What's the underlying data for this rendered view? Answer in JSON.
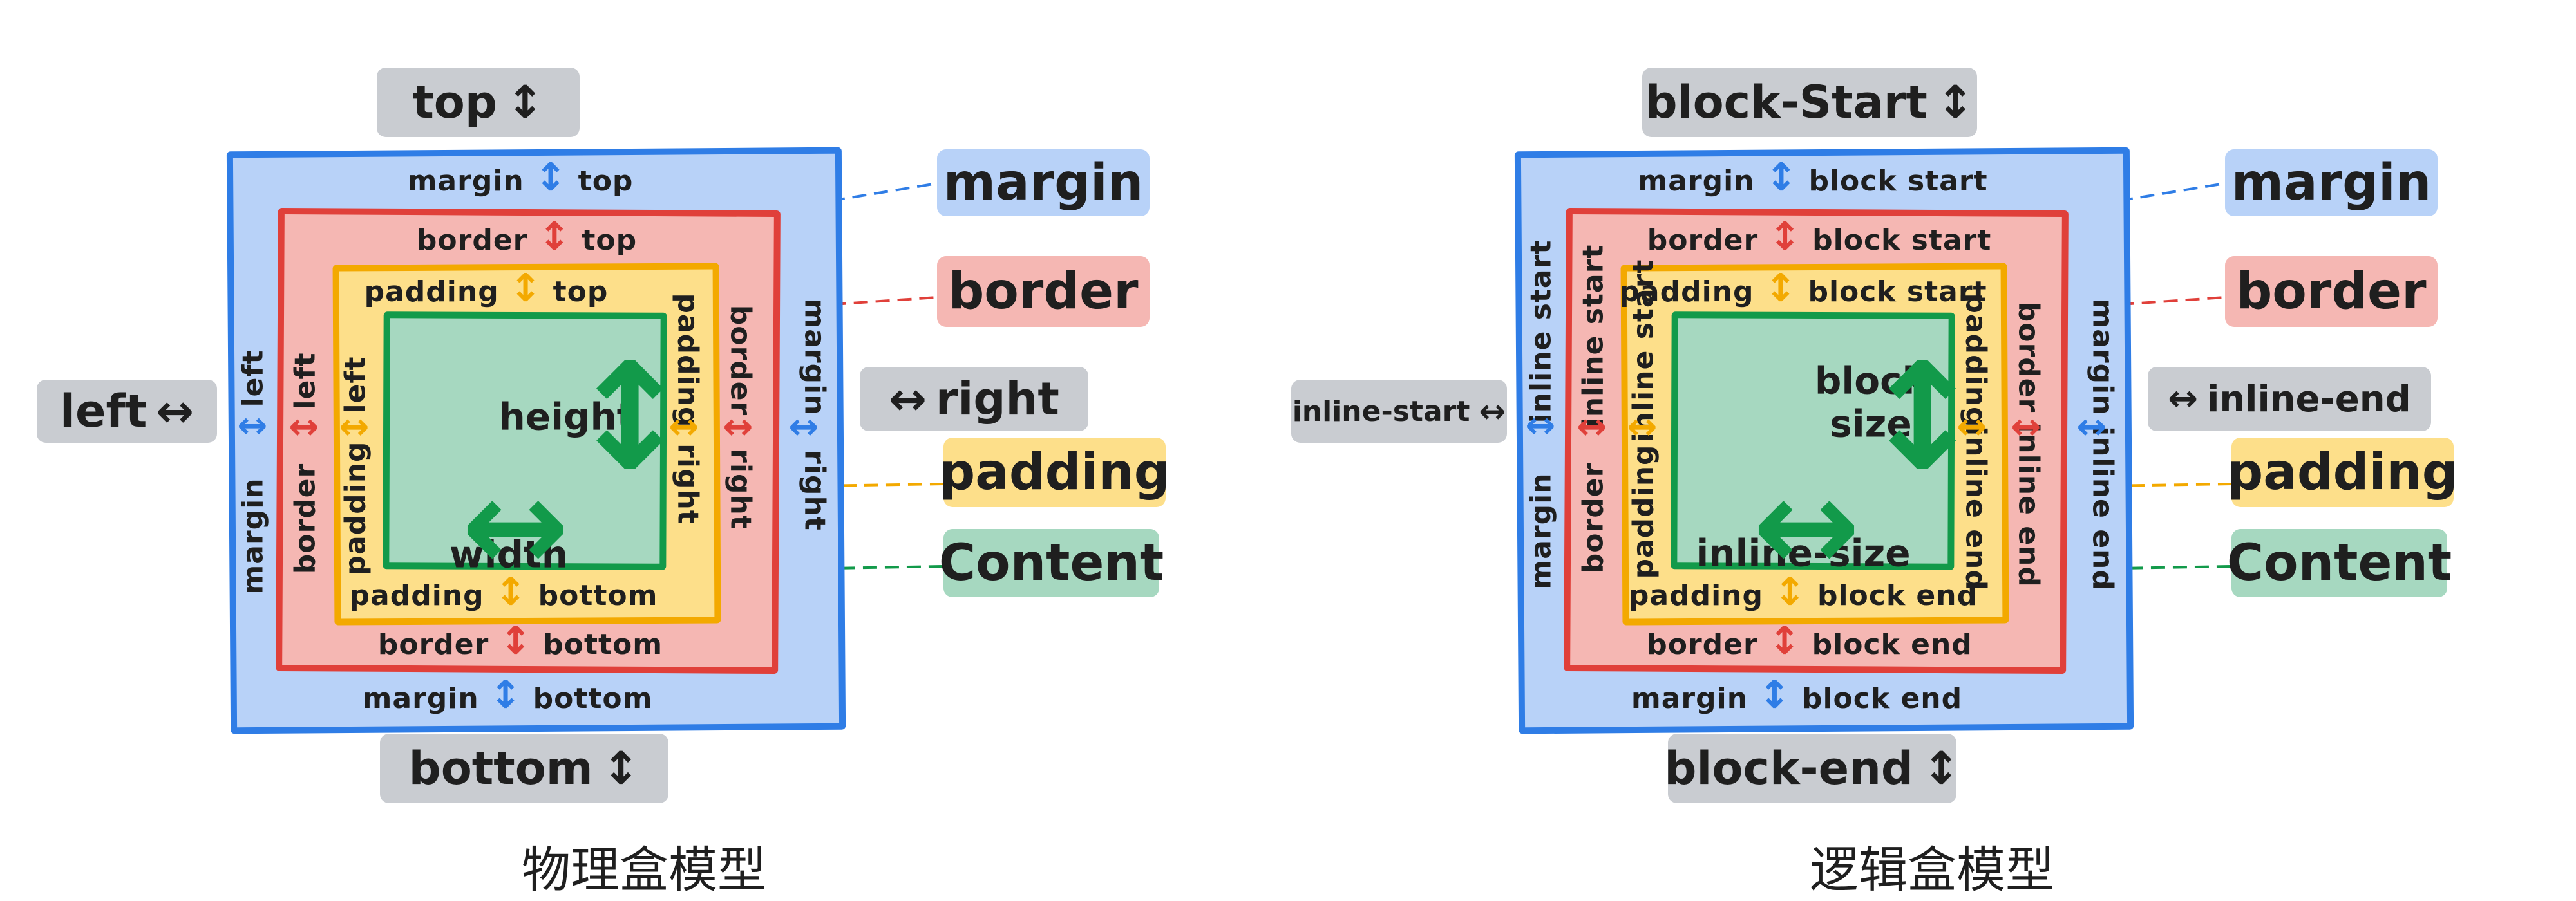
{
  "colors": {
    "margin_fill": "#b8d2f8",
    "margin_stroke": "#2f7de6",
    "border_fill": "#f5b7b3",
    "border_stroke": "#e0403a",
    "padding_fill": "#fddf8a",
    "padding_stroke": "#f3a900",
    "content_fill": "#a6d8c0",
    "content_stroke": "#129a4a",
    "pill_gray": "#c9ccd1"
  },
  "legend": {
    "margin": "margin",
    "border": "border",
    "padding": "padding",
    "content": "Content"
  },
  "physical": {
    "caption": "物理盒模型",
    "outer": {
      "top": "top",
      "bottom": "bottom",
      "left": "left",
      "right": "right"
    },
    "margin": {
      "top": "margin",
      "top_side": "top",
      "bottom": "margin",
      "bottom_side": "bottom",
      "left_a": "margin",
      "left_b": "left",
      "right_a": "margin",
      "right_b": "right"
    },
    "border": {
      "top": "border",
      "top_side": "top",
      "bottom": "border",
      "bottom_side": "bottom",
      "left_a": "border",
      "left_b": "left",
      "right_a": "border",
      "right_b": "right"
    },
    "padding": {
      "top": "padding",
      "top_side": "top",
      "bottom": "padding",
      "bottom_side": "bottom",
      "left_a": "padding",
      "left_b": "left",
      "right_a": "padding",
      "right_b": "right"
    },
    "content": {
      "vertical": "height",
      "horizontal": "width"
    }
  },
  "logical": {
    "caption": "逻辑盒模型",
    "outer": {
      "top": "block-Start",
      "bottom": "block-end",
      "left": "inline-start",
      "right": "inline-end"
    },
    "margin": {
      "top": "margin",
      "top_side": "block start",
      "bottom": "margin",
      "bottom_side": "block end",
      "left_a": "margin",
      "left_b": "inline start",
      "right_a": "margin",
      "right_b": "inline end"
    },
    "border": {
      "top": "border",
      "top_side": "block start",
      "bottom": "border",
      "bottom_side": "block end",
      "left_a": "border",
      "left_b": "inline start",
      "right_a": "border",
      "right_b": "inline end"
    },
    "padding": {
      "top": "padding",
      "top_side": "block start",
      "bottom": "padding",
      "bottom_side": "block end",
      "left_a": "padding",
      "left_b": "inline start",
      "right_a": "padding",
      "right_b": "inline end"
    },
    "content": {
      "vertical": "block size",
      "horizontal": "inline-size"
    }
  }
}
